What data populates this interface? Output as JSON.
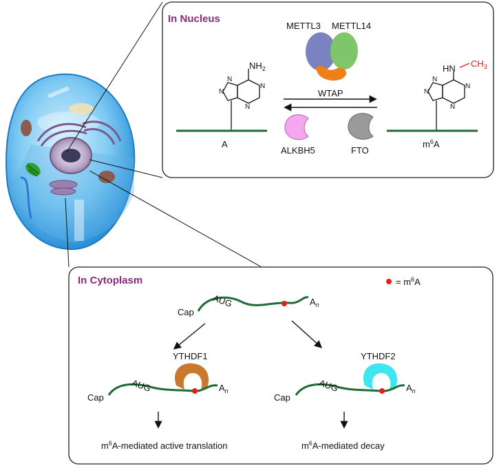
{
  "nucleus": {
    "title": "In Nucleus",
    "enzymes": {
      "writer1": "METTL3",
      "writer2": "METTL14",
      "writer3": "WTAP",
      "eraser1": "ALKBH5",
      "eraser2": "FTO"
    },
    "left": {
      "amine": "NH",
      "amine_sub": "2",
      "label": "A"
    },
    "right": {
      "amine": "HN",
      "methyl": "CH",
      "methyl_sub": "3",
      "label_pre": "m",
      "label_sup": "6",
      "label_post": "A"
    },
    "ring_n": "N"
  },
  "cytoplasm": {
    "title": "In Cytoplasm",
    "legend": {
      "sup": "6",
      "text_pre": "= m",
      "text_post": "A"
    },
    "mrna": {
      "cap": "Cap",
      "start": "AUG",
      "tail": "A",
      "tail_sub": "n"
    },
    "reader1": {
      "name": "YTHDF1",
      "out_pre": "m",
      "out_sup": "6",
      "out_post": "A-mediated active translation"
    },
    "reader2": {
      "name": "YTHDF2",
      "out_pre": "m",
      "out_sup": "6",
      "out_post": "A-mediated decay"
    }
  },
  "colors": {
    "header": "#8a2a7e",
    "rna": "#1e6b36",
    "m6a_dot": "#e0201b",
    "methyl": "#e0201b",
    "mettl3": "#7b82c0",
    "mettl14": "#7fc66b",
    "wtap": "#f07f1a",
    "alkbh5": "#f4a7ee",
    "fto": "#9a9a9a",
    "ythdf1": "#c9792e",
    "ythdf2": "#3fe6ef"
  }
}
